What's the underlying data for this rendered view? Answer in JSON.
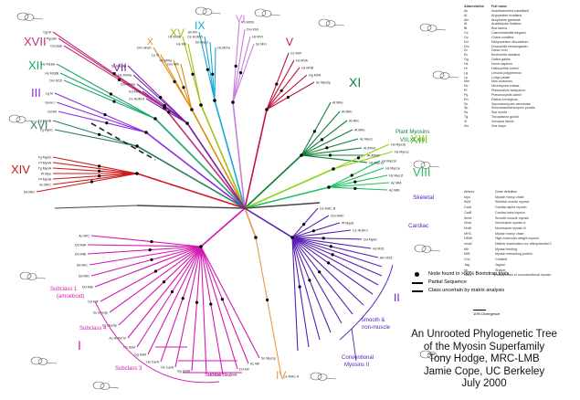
{
  "title_lines": [
    "An Unrooted Phylogenetic Tree",
    "of the Myosin Superfamily",
    "Tony Hodge, MRC-LMB",
    "Jamie Cope, UC Berkeley",
    "July 2000"
  ],
  "legend": [
    {
      "mark": "dot",
      "text": "Node found in >90% Bootstrap trials"
    },
    {
      "mark": "solid",
      "text": "Partial Sequence"
    },
    {
      "mark": "dash",
      "text": "Class uncertain by matrix analysis"
    }
  ],
  "scale_label": "10% Divergence",
  "class_labels": [
    {
      "text": "XVII",
      "color": "#c0307a"
    },
    {
      "text": "XII",
      "color": "#1aa86a"
    },
    {
      "text": "III",
      "color": "#8a2be2"
    },
    {
      "text": "XVI",
      "color": "#2a7d6a"
    },
    {
      "text": "XIV",
      "color": "#cc1a1a"
    },
    {
      "text": "X",
      "color": "#e08a10"
    },
    {
      "text": "XV",
      "color": "#9ac41a"
    },
    {
      "text": "IX",
      "color": "#1aa6d8"
    },
    {
      "text": "VI",
      "color": "#c77ddb"
    },
    {
      "text": "V",
      "color": "#c0143c"
    },
    {
      "text": "VII",
      "color": "#7a1fa8"
    },
    {
      "text": "XI",
      "color": "#137d3a"
    },
    {
      "text": "XIII",
      "color": "#8ad414"
    },
    {
      "text": "VIII",
      "color": "#20c060"
    },
    {
      "text": "I",
      "color": "#d41ab0"
    },
    {
      "text": "IV",
      "color": "#e89a4a"
    },
    {
      "text": "II",
      "color": "#5a20b0"
    }
  ],
  "group_labels": [
    {
      "text": "Plant Myosins",
      "color": "#137d3a"
    },
    {
      "text": "VIII,XI,XIII",
      "color": "#137d3a"
    },
    {
      "text": "Skeletal",
      "color": "#5a20b0"
    },
    {
      "text": "Cardiac",
      "color": "#5a20b0"
    },
    {
      "text": "Smooth &",
      "color": "#5a20b0"
    },
    {
      "text": "non-muscle",
      "color": "#5a20b0"
    },
    {
      "text": "Conventional",
      "color": "#5a20b0"
    },
    {
      "text": "Myosins II",
      "color": "#5a20b0"
    },
    {
      "text": "Subclass 1",
      "color": "#d41ab0"
    },
    {
      "text": "(amoeboid)",
      "color": "#d41ab0"
    },
    {
      "text": "Subclass 4",
      "color": "#d41ab0"
    },
    {
      "text": "Subclass 3",
      "color": "#d41ab0"
    },
    {
      "text": "Subclass 2",
      "color": "#d41ab0"
    }
  ],
  "leaf_labels": [
    "Gg M",
    "Pgcatb",
    "Drcutab",
    "Hs M18A",
    "Hs M18B",
    "Dm M15",
    "Lg M",
    "Gene I",
    "DmMI",
    "Tg MyoB",
    "Tg MyoC",
    "Tg MyoD",
    "Pf MyoA",
    "Tg MyoA",
    "Pf Myo",
    "Pf MyoB",
    "Ac MIIC",
    "Dd MID",
    "Dm ninaC",
    "Lp III",
    "Hs MIIIa",
    "Dm MIII",
    "Hs MIIIB",
    "Hs MX",
    "Bt MX",
    "Ce HUM-5",
    "Dd MyoJ",
    "Hs MIXa",
    "Rn MIXb",
    "Dm MVI",
    "Hs MVI",
    "Ss MVI",
    "Ce MVI",
    "Hs MVA",
    "Hs MVB",
    "Gg MVA",
    "Sc Myo2p",
    "Sc Myo4p",
    "Hs MVIIa",
    "Dm MVIIa",
    "Dd MVII",
    "Ce HUM-6",
    "At MIIa",
    "At MIIb",
    "At MIIc",
    "At MIId",
    "Ac Myo1",
    "At ATM1",
    "At ATM2",
    "Hs Myo1a",
    "Hs Myo1b",
    "Hs Myo1c",
    "Hs Myo1d",
    "Hs Myo1e",
    "Hs Myo1f",
    "Ac MIA",
    "Ac MIB",
    "Ac MIC",
    "Dd MIA",
    "Dd MIB",
    "Dd MIC",
    "Dd MID",
    "Dd MIE",
    "Dd MIF",
    "Sc Myo3p",
    "Sc Myo5p",
    "Ac HMW IV",
    "Hs SkM",
    "Gg SkM",
    "Hs CarA",
    "Hs CarB",
    "Gg SmM",
    "Hs NmA",
    "Hs NmB",
    "Dd MII",
    "Ac MII",
    "Sc Myo1p",
    "Ce MHC A",
    "Ce MHC B",
    "Dm MHC",
    "Pf MyoE",
    "Ce HUM-1",
    "Dd MyoK",
    "Hs M16",
    "Am M15"
  ],
  "abbrev_header": [
    "Abbreviation",
    "Full name"
  ],
  "abbrev_rows": [
    [
      "Ac",
      "Acanthamoeba castellanii"
    ],
    [
      "Ai",
      "Argopecten irradians"
    ],
    [
      "Am",
      "Anopheles gambiae"
    ],
    [
      "At",
      "Arabidopsis thaliana"
    ],
    [
      "Bt",
      "Bos taurus"
    ],
    [
      "Ce",
      "Caenorhabditis elegans"
    ],
    [
      "Cp",
      "Chara corallina"
    ],
    [
      "Dd",
      "Dictyostelium discoideum"
    ],
    [
      "Dm",
      "Drosophila melanogaster"
    ],
    [
      "Dr",
      "Danio rerio"
    ],
    [
      "Ec",
      "Emericella nidulans"
    ],
    [
      "Gg",
      "Gallus gallus"
    ],
    [
      "Hs",
      "Homo sapiens"
    ],
    [
      "Hr",
      "Halocynthia roretzi"
    ],
    [
      "Lg",
      "Limulus polyphemus"
    ],
    [
      "Lp",
      "Loligo pealei"
    ],
    [
      "Mm",
      "Mus musculus"
    ],
    [
      "Nc",
      "Neurospora crassa"
    ],
    [
      "Pf",
      "Plasmodium falciparum"
    ],
    [
      "Pg",
      "Pneumocystis carinii"
    ],
    [
      "Rn",
      "Rattus norvegicus"
    ],
    [
      "Sc",
      "Saccharomyces cerevisiae"
    ],
    [
      "Sp",
      "Schizosaccharomyces pombe"
    ],
    [
      "Ss",
      "Sus scrofa"
    ],
    [
      "Tg",
      "Toxoplasma gondii"
    ],
    [
      "Xl",
      "Xenopus laevis"
    ],
    [
      "Zm",
      "Zea mays"
    ]
  ],
  "gene_rows": [
    [
      "Abbrev",
      "Gene definition"
    ],
    [
      "Myo",
      "Myosin heavy chain"
    ],
    [
      "SkM",
      "Skeletal muscle myosin"
    ],
    [
      "CarA",
      "Cardiac alpha myosin"
    ],
    [
      "CarB",
      "Cardiac beta myosin"
    ],
    [
      "SmM",
      "Smooth muscle myosin"
    ],
    [
      "NmA",
      "Nonmuscle myosin A"
    ],
    [
      "NmB",
      "Nonmuscle myosin B"
    ],
    [
      "MHC",
      "Myosin heavy chain"
    ],
    [
      "HMW",
      "High molecular weight myosin"
    ],
    [
      "ninaC",
      "Neither inactivation nor afterpotential C"
    ],
    [
      "Mb",
      "Myosin binding"
    ],
    [
      "MIR",
      "Myosin interacting protein"
    ],
    [
      "Crin",
      "Crinkled"
    ],
    [
      "Jag",
      "Jaguar"
    ],
    [
      "sh",
      "Shaker"
    ],
    [
      "HUM",
      "Heavy chain of unconventional myosin"
    ]
  ]
}
